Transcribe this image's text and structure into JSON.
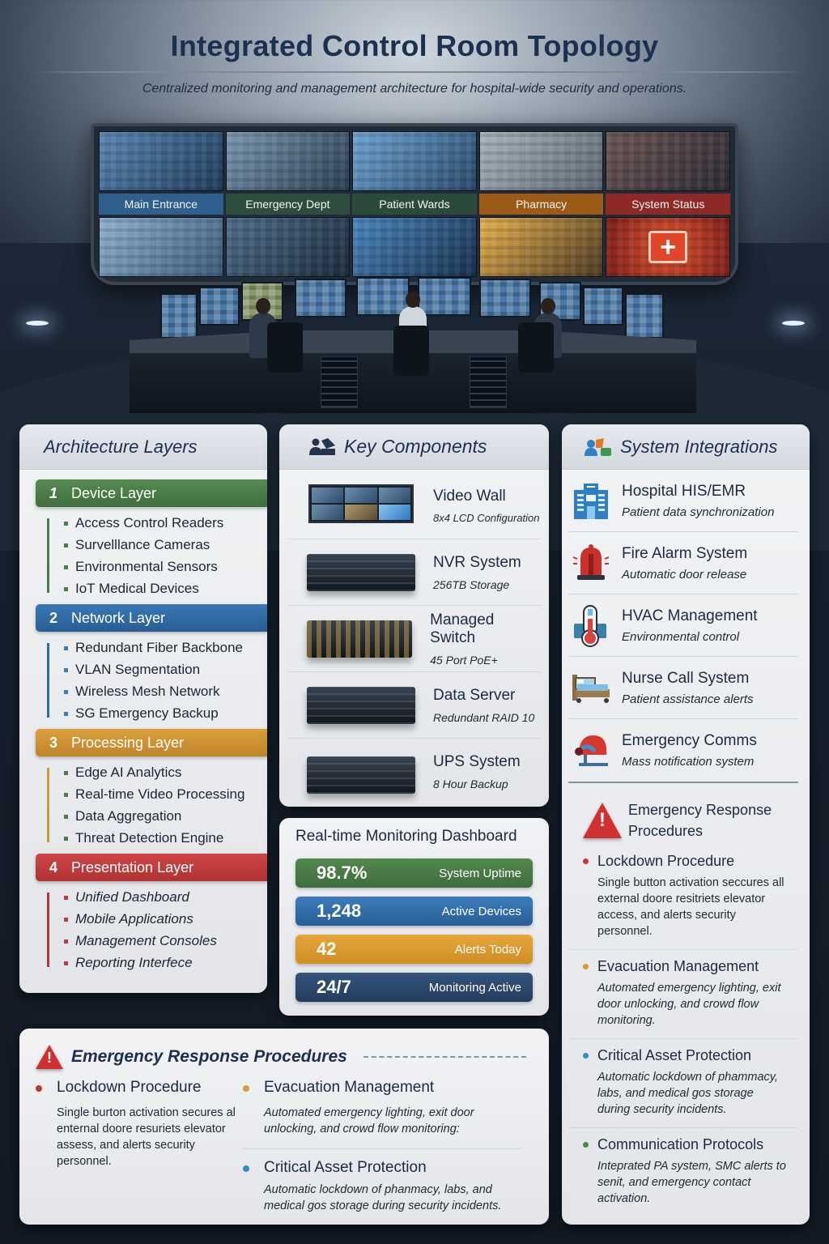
{
  "header": {
    "title": "Integrated Control Room Topology",
    "subtitle": "Centralized monitoring and management architecture for hospital-wide security and operations."
  },
  "video_wall": {
    "feeds": [
      {
        "label": "Main Entrance",
        "color": "#2f5f8c"
      },
      {
        "label": "Emergency Dept",
        "color": "#2f4d3f"
      },
      {
        "label": "Patient Wards",
        "color": "#2c4a3c"
      },
      {
        "label": "Pharmacy",
        "color": "#9b5a16"
      },
      {
        "label": "System Status",
        "color": "#8e2a25"
      }
    ],
    "status_icon": "medical-cross-icon"
  },
  "architecture": {
    "title": "Architecture Layers",
    "layers": [
      {
        "num": "1",
        "name": "Device Layer",
        "color": "#4a7d48",
        "items": [
          "Access Control Readers",
          "Survelllance Cameras",
          "Environmental Sensors",
          "IoT Medical Devices"
        ]
      },
      {
        "num": "2",
        "name": "Network Layer",
        "color": "#2f6aa5",
        "items": [
          "Redundant Fiber Backbone",
          "VLAN Segmentation",
          "Wireless Mesh Network",
          "SG Emergency Backup"
        ]
      },
      {
        "num": "3",
        "name": "Processing Layer",
        "color": "#cf9230",
        "items": [
          "Edge AI Analytics",
          "Real-time Video Processing",
          "Data Aggregation",
          "Threat Detection Engine"
        ]
      },
      {
        "num": "4",
        "name": "Presentation Layer",
        "color": "#c23a3a",
        "items": [
          "Unified Dashboard",
          "Mobile Applications",
          "Management Consoles",
          "Reporting Interfece"
        ]
      }
    ]
  },
  "components": {
    "title": "Key Components",
    "icon": "team-icon",
    "items": [
      {
        "name": "Video Wall",
        "desc": "8x4  LCD Configuration",
        "icon": "video-wall-icon"
      },
      {
        "name": "NVR System",
        "desc": "256TB Storage",
        "icon": "nvr-icon"
      },
      {
        "name": "Managed Switch",
        "desc": "45 Port PoE+",
        "icon": "switch-icon"
      },
      {
        "name": "Data Server",
        "desc": "Redundant RAID 10",
        "icon": "server-icon"
      },
      {
        "name": "UPS System",
        "desc": "8 Hour Backup",
        "icon": "ups-icon"
      }
    ]
  },
  "dashboard": {
    "title": "Real-time Monitoring Dashboard",
    "stats": [
      {
        "value": "98.7%",
        "label": "System Uptime",
        "color": "#467a45"
      },
      {
        "value": "1,248",
        "label": "Active Devices",
        "color": "#2f6aa8"
      },
      {
        "value": "42",
        "label": "Alerts Today",
        "color": "#dc9a2e"
      },
      {
        "value": "24/7",
        "label": "Monitoring Active",
        "color": "#2c4a70"
      }
    ]
  },
  "integrations": {
    "title": "System Integrations",
    "items": [
      {
        "name": "Hospital HIS/EMR",
        "desc": "Patient data synchronization",
        "icon": "hospital-building-icon"
      },
      {
        "name": "Fire Alarm System",
        "desc": "Automatic door release",
        "icon": "fire-alarm-icon"
      },
      {
        "name": "HVAC Management",
        "desc": "Environmental control",
        "icon": "thermometer-icon"
      },
      {
        "name": "Nurse Call System",
        "desc": "Patient assistance alerts",
        "icon": "bed-icon"
      },
      {
        "name": "Emergency Comms",
        "desc": "Mass notification system",
        "icon": "emergency-helmet-icon"
      }
    ],
    "erp_title_line1": "Emergency Response",
    "erp_title_line2": "Procedures",
    "procedures": [
      {
        "name": "Lockdown Procedure",
        "desc": "Single button activation seccures all external doore resitriets elevator access, and alerts security personnel.",
        "color": "#c43535"
      },
      {
        "name": "Evacuation Management",
        "desc": "Automated emergency lighting, exit door unlocking, and crowd flow monitoring.",
        "color": "#d69a33"
      },
      {
        "name": "Critical Asset Protection",
        "desc": "Automatic lockdown of phammacy, labs, and medical gos storage during security incidents.",
        "color": "#2b8fcf"
      },
      {
        "name": "Communication Protocols",
        "desc": "Inteprated PA system, SMC alerts to senit, and emergency contact activation.",
        "color": "#4a8a4a"
      }
    ]
  },
  "emergency": {
    "title": "Emergency Response Procedures",
    "procedures": [
      {
        "name": "Lockdown Procedure",
        "desc": "Single burton activation secures al enternal doore resuriets elevator assess, and alerts security personnel.",
        "color": "#c43535"
      },
      {
        "name": "Evacuation Management",
        "desc": "Automated emergency lighting, exit door unlocking, and crowd flow monitoring:",
        "color": "#d69a33"
      },
      {
        "name": "Critical Asset Protection",
        "desc": "Automatic lockdown of phanmacy, labs, and medical gos storage during security incidents.",
        "color": "#2b8fcf"
      }
    ]
  }
}
